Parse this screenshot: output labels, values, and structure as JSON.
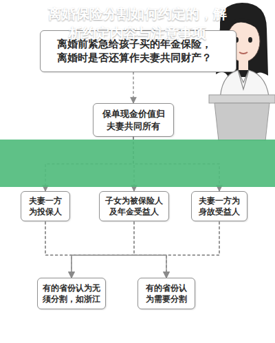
{
  "diagram": {
    "nodes": [
      {
        "text": [
          "离婚前紧急给孩子买的年金保险，离婚时是否还算作夫妻共同财产？"
        ]
      },
      {
        "text": [
          "保单现金价值归夫妻共同所有"
        ]
      },
      {
        "text": [
          "夫妻一方为投保人"
        ]
      },
      {
        "text": [
          "子女为被保险人及年金受益人"
        ]
      },
      {
        "text": [
          "夫妻一方为身故受益人"
        ]
      },
      {
        "text": [
          "有的省份认为无须分割，如浙江"
        ]
      },
      {
        "text": [
          "有的省份认为需要分割"
        ]
      }
    ],
    "edges": [
      {
        "from": 0,
        "to": 1,
        "arrow": "to"
      },
      {
        "from": 1,
        "to": 2,
        "arrow": "to"
      },
      {
        "from": 1,
        "to": 3,
        "arrow": "to"
      },
      {
        "from": 1,
        "to": 4,
        "arrow": "to"
      },
      {
        "from": 2,
        "to": 5,
        "arrow": "to"
      },
      {
        "from": 2,
        "to": 6,
        "arrow": "to"
      },
      {
        "from": 3,
        "to": 5,
        "arrow": "to"
      },
      {
        "from": 3,
        "to": 6,
        "arrow": "to"
      },
      {
        "from": 4,
        "to": 5,
        "arrow": "to"
      },
      {
        "from": 4,
        "to": 6,
        "arrow": "to"
      }
    ],
    "labels": [
      "离婚保险分割如何约定的，解析约定内容与注意事项"
    ]
  }
}
